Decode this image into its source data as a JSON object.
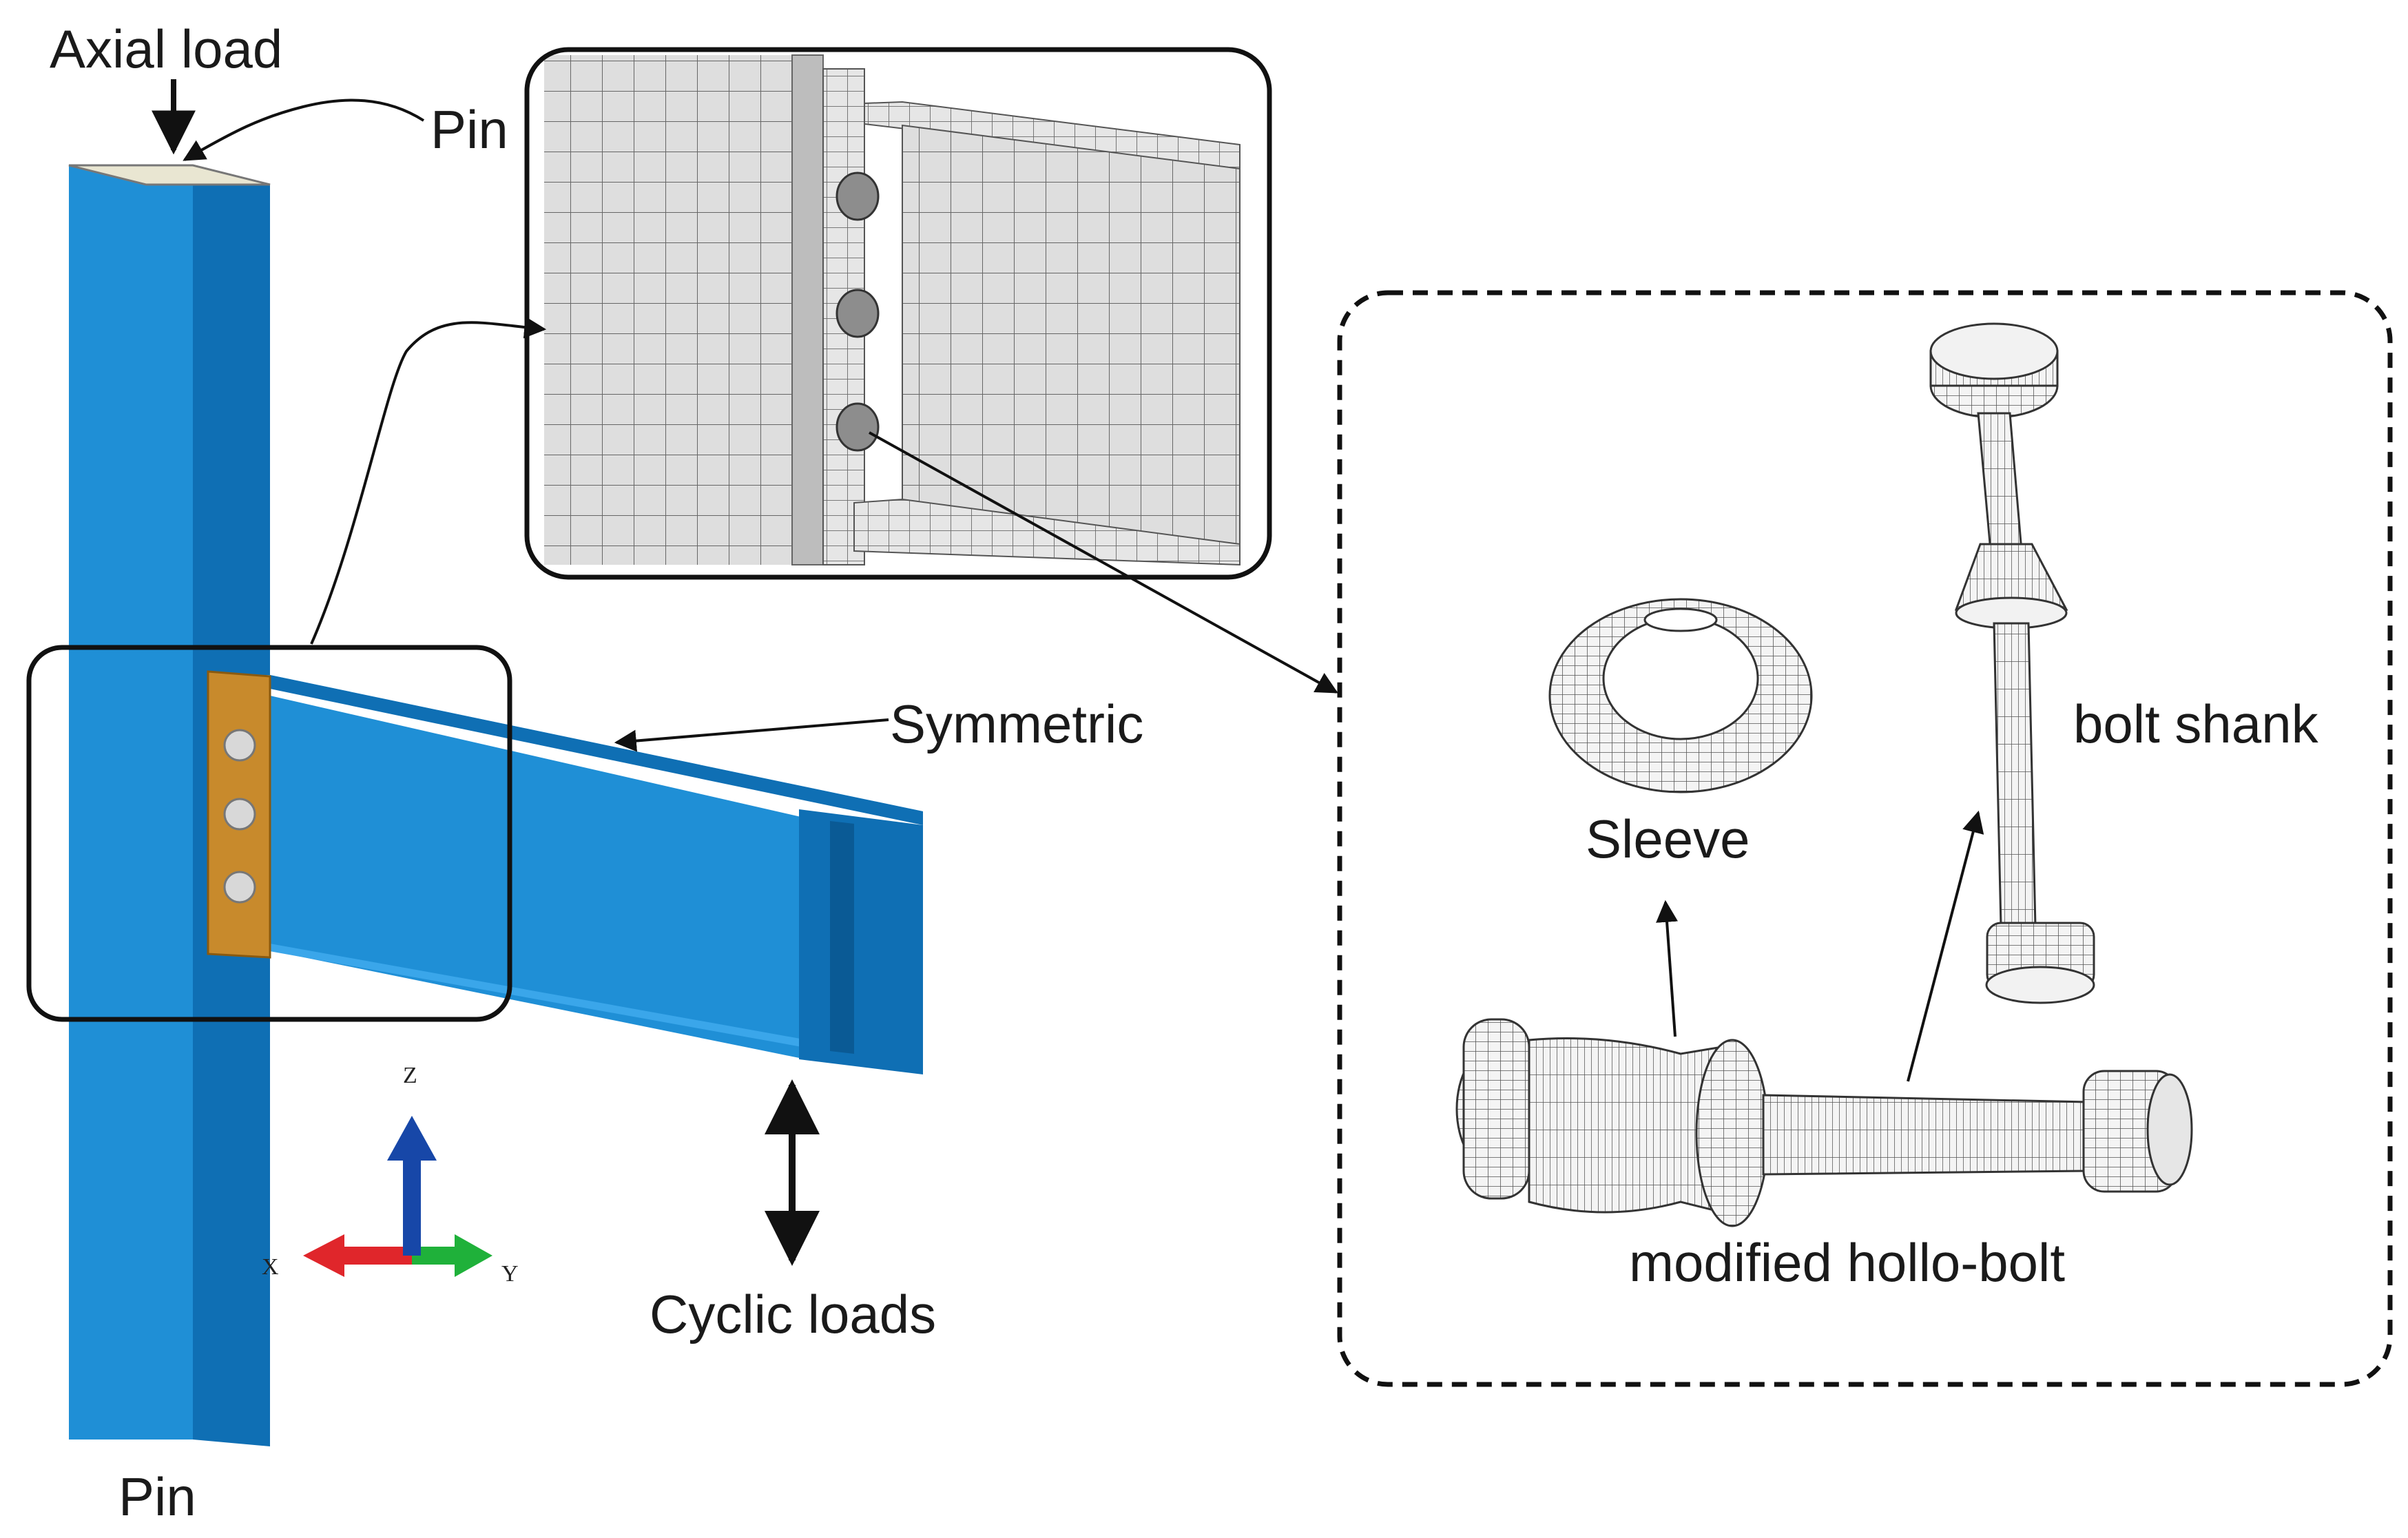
{
  "labels": {
    "axial_load": "Axial load",
    "pin_top": "Pin",
    "pin_bottom": "Pin",
    "symmetric": "Symmetric",
    "cyclic_loads": "Cyclic loads",
    "sleeve": "Sleeve",
    "bolt_shank": "bolt shank",
    "modified_hollo_bolt": "modified hollo-bolt"
  },
  "axes": {
    "x": "X",
    "y": "Y",
    "z": "Z"
  },
  "colors": {
    "steel_blue": "#1f8fd6",
    "steel_blue_dark": "#0f6fb4",
    "steel_blue_light": "#3aa6ea",
    "end_plate": "#c88a2c",
    "pin_cap": "#e9e6d2",
    "mesh_gray": "#d8d8d8",
    "axis_x": "#e0262b",
    "axis_y": "#1fb13a",
    "axis_z": "#1747a8"
  }
}
